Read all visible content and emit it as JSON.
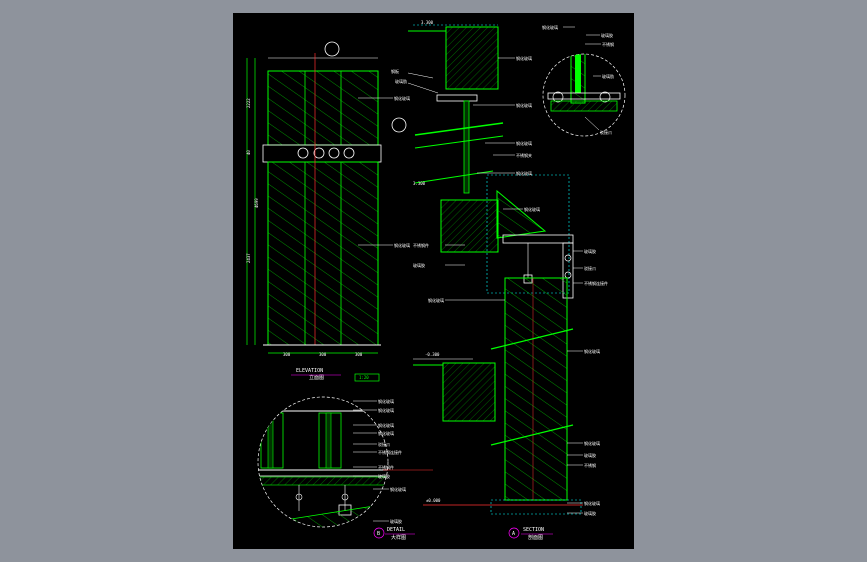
{
  "elevation": {
    "title": "ELEVATION",
    "subtitle": "立面图",
    "tag": "1:20",
    "dims_bottom": [
      "300",
      "300",
      "300"
    ],
    "dims_left": [
      "2222",
      "40",
      "2437",
      "4699"
    ]
  },
  "section": {
    "title": "SECTION",
    "subtitle": "剖面图",
    "number": "A",
    "levels": [
      "3.300",
      "-0.300",
      "±0.000"
    ],
    "labels": [
      "钢化玻璃",
      "钢板",
      "玻璃肋",
      "钢化玻璃",
      "钢化玻璃",
      "不锈钢夹",
      "钢化玻璃",
      "钢化玻璃",
      "不锈钢件",
      "玻璃胶",
      "驳接爪",
      "不锈钢连接件",
      "钢化玻璃",
      "钢化玻璃",
      "钢化玻璃",
      "玻璃胶",
      "不锈钢",
      "钢化玻璃",
      "玻璃胶",
      "钢化玻璃"
    ]
  },
  "detail_top": {
    "labels": [
      "玻璃胶",
      "钢化玻璃",
      "玻璃肋",
      "不锈钢",
      "驳接爪"
    ]
  },
  "detail": {
    "title": "DETAIL",
    "subtitle": "大样图",
    "number": "B",
    "labels": [
      "钢化玻璃",
      "钢化玻璃",
      "钢化玻璃",
      "钢化玻璃",
      "驳接爪",
      "不锈钢连接件",
      "不锈钢件",
      "玻璃胶",
      "钢化玻璃",
      "玻璃胶"
    ]
  },
  "colors": {
    "line": "#00ff00",
    "hatch": "#00cc00",
    "white": "#ffffff",
    "red": "#ff3030",
    "cyan": "#00ffff",
    "magenta": "#ff00ff"
  }
}
